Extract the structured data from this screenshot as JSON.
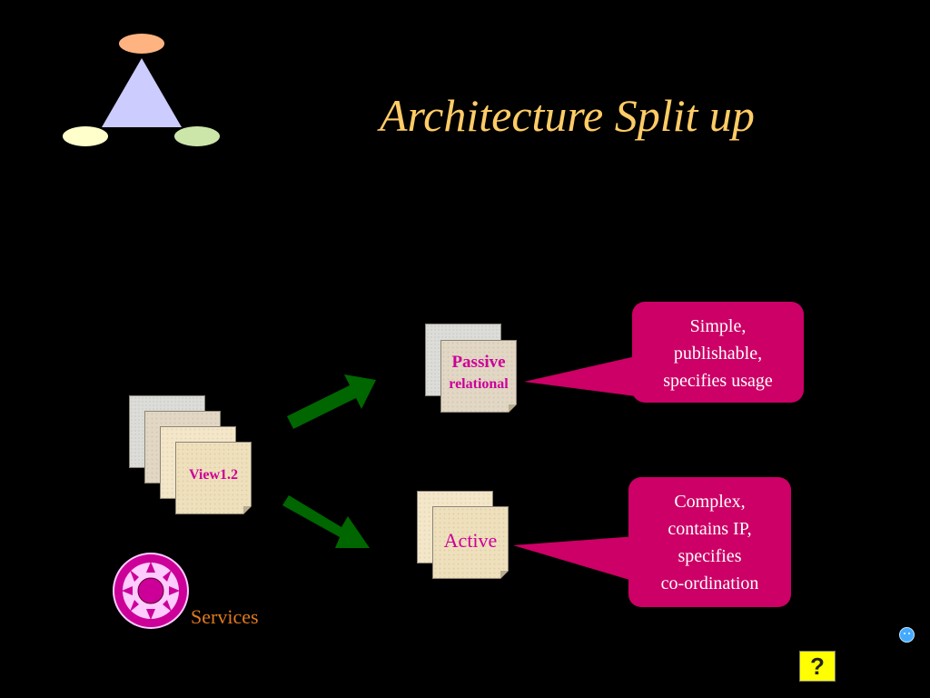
{
  "slide": {
    "title": "Architecture Split up",
    "colors": {
      "background": "#000000",
      "title": "#ffcc66",
      "logo_triangle": "#ccccff",
      "logo_top_oval": "#ffb380",
      "logo_left_oval": "#ffffcc",
      "logo_right_oval": "#cce6aa",
      "arrow": "#006600",
      "callout": "#cc0066",
      "card_label": "#cc0099",
      "services_text": "#e07a1f",
      "help_button": "#ffff00"
    }
  },
  "view_stack": {
    "label": "View1.2"
  },
  "passive_card": {
    "line1": "Passive",
    "line2": "relational"
  },
  "active_card": {
    "label": "Active"
  },
  "callout_passive": {
    "lines": [
      "Simple,",
      "publishable,",
      "specifies usage"
    ]
  },
  "callout_active": {
    "lines": [
      "Complex,",
      "contains IP,",
      "specifies",
      "co-ordination"
    ]
  },
  "services": {
    "label": "Services",
    "icon": "sun-icon"
  },
  "nav": {
    "help_label": "?",
    "help_icon": "question-mark-icon",
    "smiley_icon": "smiley-icon"
  }
}
